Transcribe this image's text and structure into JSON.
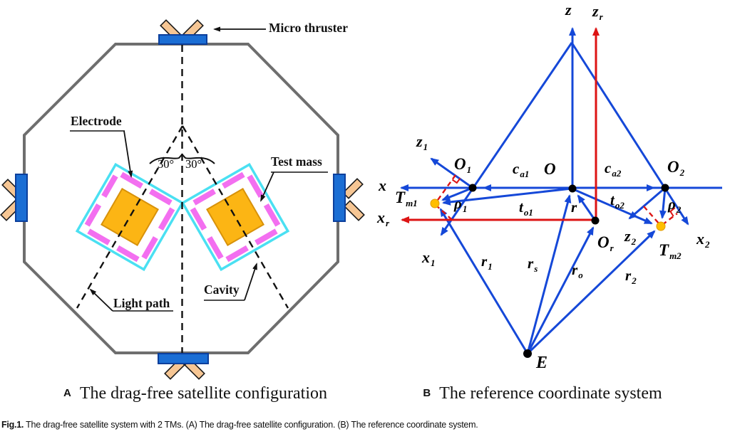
{
  "figure_caption": {
    "prefix": "Fig.1.",
    "text": " The drag-free satellite system with 2 TMs. (A) The drag-free satellite configuration. (B) The reference coordinate system."
  },
  "panelA": {
    "caption_letter": "A",
    "caption_text": "The drag-free satellite configuration",
    "labels": {
      "micro_thruster": "Micro thruster",
      "electrode": "Electrode",
      "test_mass": "Test mass",
      "light_path": "Light path",
      "cavity": "Cavity",
      "angle_left": "30°",
      "angle_right": "30°"
    }
  },
  "panelB": {
    "caption_letter": "B",
    "caption_text": "The reference coordinate system",
    "labels": {
      "z": {
        "b": "z",
        "s": ""
      },
      "zr": {
        "b": "z",
        "s": "r"
      },
      "x": {
        "b": "x",
        "s": ""
      },
      "xr": {
        "b": "x",
        "s": "r"
      },
      "o1": {
        "b": "O",
        "s": "1"
      },
      "o": {
        "b": "O",
        "s": ""
      },
      "o2": {
        "b": "O",
        "s": "2"
      },
      "or": {
        "b": "O",
        "s": "r"
      },
      "ca1": {
        "b": "c",
        "s": "a1"
      },
      "ca2": {
        "b": "c",
        "s": "a2"
      },
      "to1": {
        "b": "t",
        "s": "o1"
      },
      "to2": {
        "b": "t",
        "s": "o2"
      },
      "rho1": {
        "b": "ρ",
        "s": "1"
      },
      "rho2": {
        "b": "ρ",
        "s": "2"
      },
      "r": {
        "b": "r",
        "s": ""
      },
      "tm1": {
        "b": "T",
        "s": "m1"
      },
      "tm2": {
        "b": "T",
        "s": "m2"
      },
      "z1": {
        "b": "z",
        "s": "1"
      },
      "x1": {
        "b": "x",
        "s": "1"
      },
      "z2": {
        "b": "z",
        "s": "2"
      },
      "x2": {
        "b": "x",
        "s": "2"
      },
      "r1": {
        "b": "r",
        "s": "1"
      },
      "rs": {
        "b": "r",
        "s": "s"
      },
      "ro": {
        "b": "r",
        "s": "o"
      },
      "r2": {
        "b": "r",
        "s": "2"
      },
      "e": {
        "b": "E",
        "s": ""
      }
    }
  },
  "colors": {
    "vector_blue": "#1548d8",
    "reference_red": "#dd1414",
    "cavity_cyan": "#4ae0f2",
    "electrode_pink": "#f36ff0",
    "test_mass_orange": "#fcb514",
    "thruster_blue": "#1b6ed4",
    "nozzle_tan": "#f6c694",
    "octagon_grey": "#6e6e6e",
    "tm_dot_yellow": "#ffbe00"
  }
}
